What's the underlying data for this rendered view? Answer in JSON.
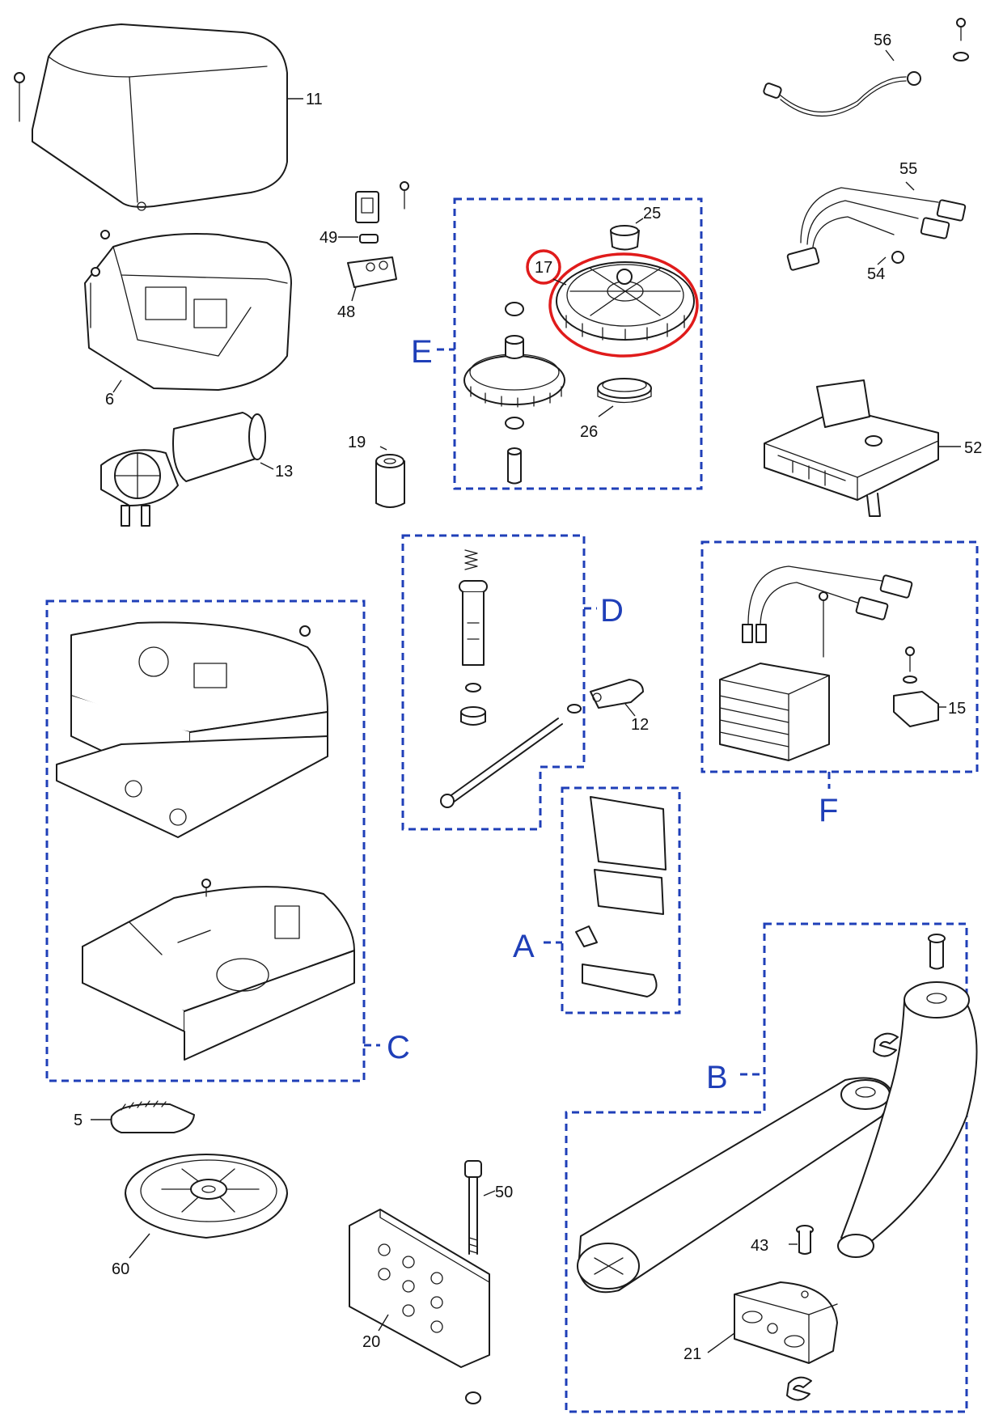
{
  "diagram": {
    "part_numbers": {
      "p11": "11",
      "p6": "6",
      "p13": "13",
      "p49": "49",
      "p48": "48",
      "p19": "19",
      "p25": "25",
      "p17": "17",
      "p26": "26",
      "p56": "56",
      "p55": "55",
      "p54": "54",
      "p52": "52",
      "p12": "12",
      "p15": "15",
      "p5": "5",
      "p60": "60",
      "p50": "50",
      "p20": "20",
      "p43": "43",
      "p21": "21"
    },
    "groups": {
      "A": "A",
      "B": "B",
      "C": "C",
      "D": "D",
      "E": "E",
      "F": "F"
    },
    "highlighted_part": "17",
    "colors": {
      "group_outline": "#1f3fb8",
      "highlight": "#e01b1b",
      "line": "#1a1a1a",
      "background": "#ffffff"
    }
  }
}
